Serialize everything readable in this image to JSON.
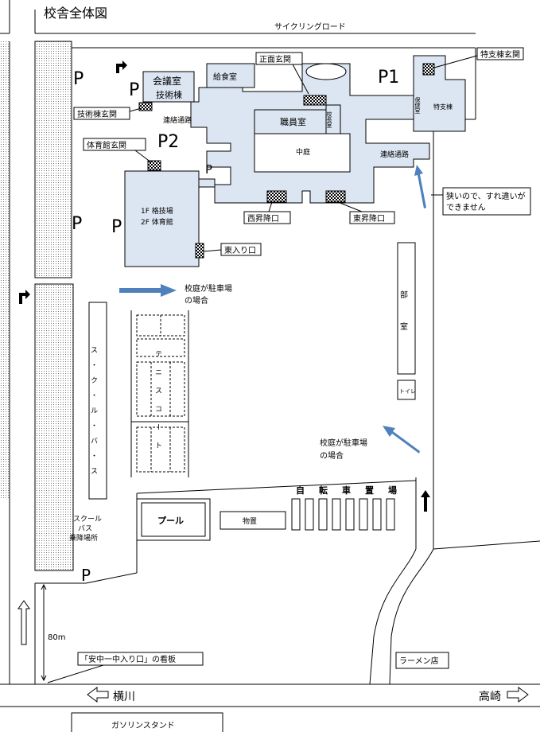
{
  "title": "校舎全体図",
  "road_top": "サイクリングロード",
  "buildings": {
    "kaigi": "会議室",
    "gijutsu": "技術棟",
    "kyushoku": "給食室",
    "shokuin": "職員室",
    "kosha_junbi": "校長室",
    "nakaniwa": "中庭",
    "hoken": "保健室",
    "tokushi": "特支棟",
    "gym_line1": "1F 格技場",
    "gym_line2": "2F 体育館",
    "bushitsu": "部室",
    "toilet": "トイレ",
    "pool": "プール",
    "monooki": "物置",
    "jitensha": "自転車置場",
    "tennis": "テニスコート",
    "school_v": "ス・ク・ル・バ・ス"
  },
  "corridors": {
    "left": "連絡通路",
    "right": "連絡通路"
  },
  "parking": {
    "p_left1": "P",
    "p_left2": "P",
    "p2": "P2",
    "p1": "P1",
    "p_small": "P",
    "p_west": "P",
    "p_west2": "P",
    "p_bottom": "P"
  },
  "callouts": {
    "shomen": "正面玄関",
    "tokushi_genkan": "特支棟玄関",
    "gijutsu_genkan": "技術棟玄関",
    "taiikukan_genkan": "体育館玄関",
    "nishi": "西昇降口",
    "higashi": "東昇降口",
    "higashi_iriguchi": "東入り口",
    "semai": "狭いので、すれ違いができません",
    "kanban": "「安中一中入り口」の看板",
    "ramen": "ラーメン店",
    "gas": "ガソリンスタンド"
  },
  "notes": {
    "kotei1_a": "校庭が駐車場",
    "kotei1_b": "の場合",
    "kotei2_a": "校庭が駐車場",
    "kotei2_b": "の場合",
    "bus_a": "スクール",
    "bus_b": "バス",
    "bus_c": "乗降場所",
    "dist": "80m"
  },
  "directions": {
    "yokokawa": "横川",
    "takasaki": "高崎"
  }
}
